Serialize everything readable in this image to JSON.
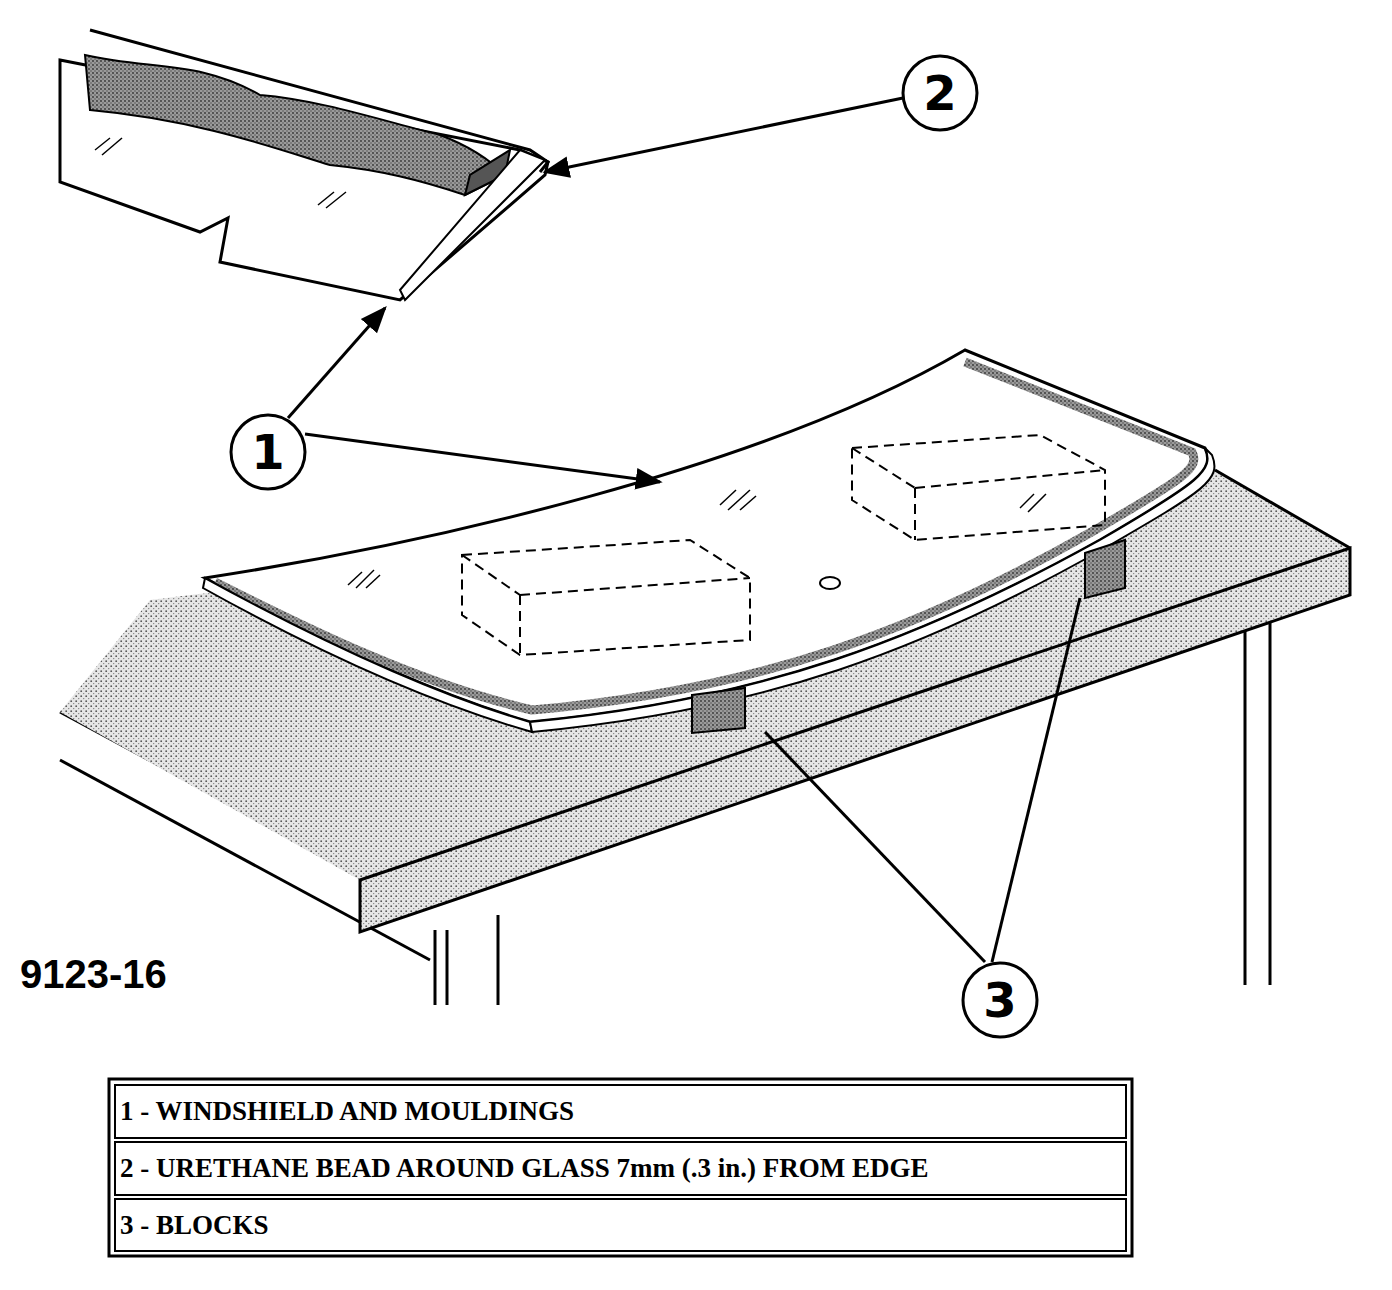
{
  "diagram": {
    "labels": [
      "2",
      "1",
      "9123-16",
      "3",
      "1 - WINDSHIELD AND MOULDINGS",
      "2 - URETHANE BEAD AROUND GLASS 7mm (.3 in.) FROM EDGE",
      "3 - BLOCKS"
    ]
  }
}
